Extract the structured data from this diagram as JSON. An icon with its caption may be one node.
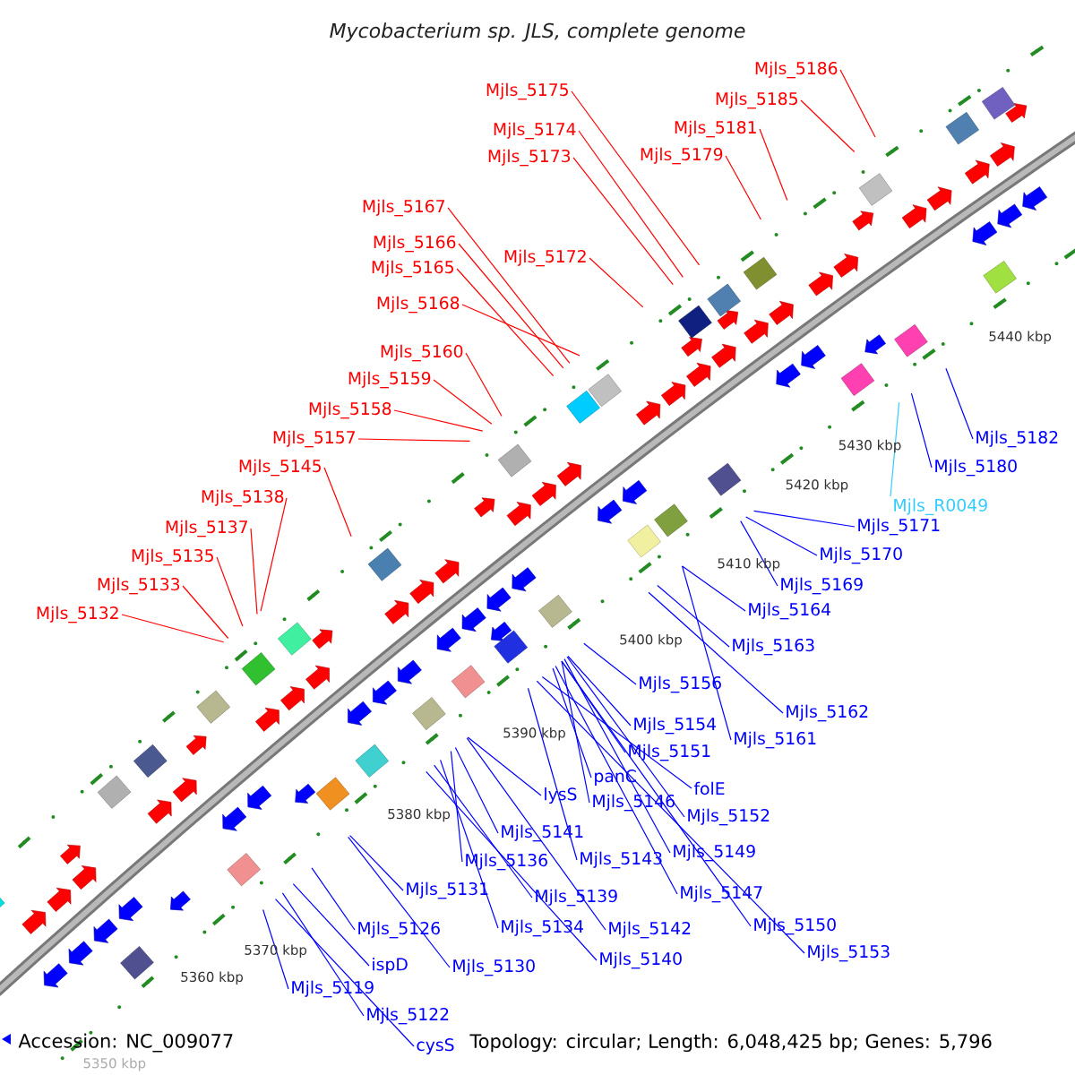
{
  "diagram": {
    "title": "Mycobacterium sp. JLS, complete genome",
    "nodes": [
      {
        "text": [
          "Mjls_5186"
        ]
      },
      {
        "text": [
          "Mjls_5185"
        ]
      },
      {
        "text": [
          "Mjls_5175"
        ]
      },
      {
        "text": [
          "Mjls_5181"
        ]
      },
      {
        "text": [
          "Mjls_5174"
        ]
      },
      {
        "text": [
          "Mjls_5179"
        ]
      },
      {
        "text": [
          "Mjls_5173"
        ]
      },
      {
        "text": [
          "Mjls_5167"
        ]
      },
      {
        "text": [
          "Mjls_5166"
        ]
      },
      {
        "text": [
          "Mjls_5172"
        ]
      },
      {
        "text": [
          "Mjls_5165"
        ]
      },
      {
        "text": [
          "Mjls_5168"
        ]
      },
      {
        "text": [
          "Mjls_5160"
        ]
      },
      {
        "text": [
          "Mjls_5159"
        ]
      },
      {
        "text": [
          "Mjls_5158"
        ]
      },
      {
        "text": [
          "Mjls_5157"
        ]
      },
      {
        "text": [
          "Mjls_5145"
        ]
      },
      {
        "text": [
          "Mjls_5138"
        ]
      },
      {
        "text": [
          "Mjls_5137"
        ]
      },
      {
        "text": [
          "Mjls_5135"
        ]
      },
      {
        "text": [
          "Mjls_5133"
        ]
      },
      {
        "text": [
          "Mjls_5132"
        ]
      },
      {
        "text": [
          "Mjls_5182"
        ]
      },
      {
        "text": [
          "Mjls_5180"
        ]
      },
      {
        "text": [
          "Mjls_R0049"
        ]
      },
      {
        "text": [
          "Mjls_5171"
        ]
      },
      {
        "text": [
          "Mjls_5170"
        ]
      },
      {
        "text": [
          "Mjls_5169"
        ]
      },
      {
        "text": [
          "Mjls_5164"
        ]
      },
      {
        "text": [
          "Mjls_5163"
        ]
      },
      {
        "text": [
          "Mjls_5156"
        ]
      },
      {
        "text": [
          "Mjls_5161"
        ]
      },
      {
        "text": [
          "Mjls_5162"
        ]
      },
      {
        "text": [
          "Mjls_5154"
        ]
      },
      {
        "text": [
          "Mjls_5151"
        ]
      },
      {
        "text": [
          "panC"
        ]
      },
      {
        "text": [
          "folE"
        ]
      },
      {
        "text": [
          "lysS"
        ]
      },
      {
        "text": [
          "Mjls_5146"
        ]
      },
      {
        "text": [
          "Mjls_5152"
        ]
      },
      {
        "text": [
          "Mjls_5141"
        ]
      },
      {
        "text": [
          "Mjls_5143"
        ]
      },
      {
        "text": [
          "Mjls_5149"
        ]
      },
      {
        "text": [
          "Mjls_5136"
        ]
      },
      {
        "text": [
          "Mjls_5147"
        ]
      },
      {
        "text": [
          "Mjls_5139"
        ]
      },
      {
        "text": [
          "Mjls_5131"
        ]
      },
      {
        "text": [
          "Mjls_5142"
        ]
      },
      {
        "text": [
          "Mjls_5150"
        ]
      },
      {
        "text": [
          "Mjls_5134"
        ]
      },
      {
        "text": [
          "Mjls_5153"
        ]
      },
      {
        "text": [
          "Mjls_5126"
        ]
      },
      {
        "text": [
          "Mjls_5140"
        ]
      },
      {
        "text": [
          "Mjls_5130"
        ]
      },
      {
        "text": [
          "ispD"
        ]
      },
      {
        "text": [
          "Mjls_5119"
        ]
      },
      {
        "text": [
          "Mjls_5122"
        ]
      },
      {
        "text": [
          "cysS"
        ]
      }
    ],
    "edges": [
      {
        "from": 0,
        "to": null,
        "arrow": "none",
        "color": "#ff0000"
      },
      {
        "from": 1,
        "to": null,
        "arrow": "none",
        "color": "#ff0000"
      },
      {
        "from": 2,
        "to": null,
        "arrow": "none",
        "color": "#ff0000"
      },
      {
        "from": 3,
        "to": null,
        "arrow": "none",
        "color": "#ff0000"
      },
      {
        "from": 4,
        "to": null,
        "arrow": "none",
        "color": "#ff0000"
      },
      {
        "from": 5,
        "to": null,
        "arrow": "none",
        "color": "#ff0000"
      },
      {
        "from": 6,
        "to": null,
        "arrow": "none",
        "color": "#ff0000"
      },
      {
        "from": 7,
        "to": null,
        "arrow": "none",
        "color": "#ff0000"
      },
      {
        "from": 8,
        "to": null,
        "arrow": "none",
        "color": "#ff0000"
      },
      {
        "from": 9,
        "to": null,
        "arrow": "none",
        "color": "#ff0000"
      },
      {
        "from": 10,
        "to": null,
        "arrow": "none",
        "color": "#ff0000"
      },
      {
        "from": 11,
        "to": null,
        "arrow": "none",
        "color": "#ff0000"
      },
      {
        "from": 12,
        "to": null,
        "arrow": "none",
        "color": "#ff0000"
      },
      {
        "from": 13,
        "to": null,
        "arrow": "none",
        "color": "#ff0000"
      },
      {
        "from": 14,
        "to": null,
        "arrow": "none",
        "color": "#ff0000"
      },
      {
        "from": 15,
        "to": null,
        "arrow": "none",
        "color": "#ff0000"
      },
      {
        "from": 16,
        "to": null,
        "arrow": "none",
        "color": "#ff0000"
      },
      {
        "from": 17,
        "to": null,
        "arrow": "none",
        "color": "#ff0000"
      },
      {
        "from": 18,
        "to": null,
        "arrow": "none",
        "color": "#ff0000"
      },
      {
        "from": 19,
        "to": null,
        "arrow": "none",
        "color": "#ff0000"
      },
      {
        "from": 20,
        "to": null,
        "arrow": "none",
        "color": "#ff0000"
      },
      {
        "from": 21,
        "to": null,
        "arrow": "none",
        "color": "#ff0000"
      },
      {
        "from": 22,
        "to": null,
        "arrow": "none"
      },
      {
        "from": 23,
        "to": null,
        "arrow": "none"
      },
      {
        "from": 24,
        "to": null,
        "arrow": "none",
        "color": "#33ccff"
      },
      {
        "from": 25,
        "to": null,
        "arrow": "none"
      },
      {
        "from": 26,
        "to": null,
        "arrow": "none"
      },
      {
        "from": 27,
        "to": null,
        "arrow": "none"
      },
      {
        "from": 28,
        "to": null,
        "arrow": "none"
      },
      {
        "from": 29,
        "to": null,
        "arrow": "none"
      },
      {
        "from": 30,
        "to": null,
        "arrow": "none"
      },
      {
        "from": 31,
        "to": null,
        "arrow": "none"
      },
      {
        "from": 32,
        "to": null,
        "arrow": "none"
      },
      {
        "from": 33,
        "to": null,
        "arrow": "none"
      },
      {
        "from": 34,
        "to": null,
        "arrow": "none"
      },
      {
        "from": 35,
        "to": null,
        "arrow": "none"
      },
      {
        "from": 36,
        "to": null,
        "arrow": "none"
      },
      {
        "from": 37,
        "to": null,
        "arrow": "none"
      },
      {
        "from": 38,
        "to": null,
        "arrow": "none"
      },
      {
        "from": 39,
        "to": null,
        "arrow": "none"
      },
      {
        "from": 40,
        "to": null,
        "arrow": "none"
      },
      {
        "from": 41,
        "to": null,
        "arrow": "none"
      },
      {
        "from": 42,
        "to": null,
        "arrow": "none"
      },
      {
        "from": 43,
        "to": null,
        "arrow": "none"
      },
      {
        "from": 44,
        "to": null,
        "arrow": "none"
      },
      {
        "from": 45,
        "to": null,
        "arrow": "none"
      },
      {
        "from": 46,
        "to": null,
        "arrow": "none"
      },
      {
        "from": 47,
        "to": null,
        "arrow": "none"
      },
      {
        "from": 48,
        "to": null,
        "arrow": "none"
      },
      {
        "from": 49,
        "to": null,
        "arrow": "none"
      },
      {
        "from": 50,
        "to": null,
        "arrow": "none"
      },
      {
        "from": 51,
        "to": null,
        "arrow": "none"
      },
      {
        "from": 52,
        "to": null,
        "arrow": "none"
      },
      {
        "from": 53,
        "to": null,
        "arrow": "none"
      },
      {
        "from": 54,
        "to": null,
        "arrow": "none"
      },
      {
        "from": 55,
        "to": null,
        "arrow": "none"
      },
      {
        "from": 56,
        "to": null,
        "arrow": "none"
      },
      {
        "from": 57,
        "to": null,
        "arrow": "none"
      }
    ],
    "labels": [
      "5440 kbp",
      "5430 kbp",
      "5420 kbp",
      "5410 kbp",
      "5400 kbp",
      "5390 kbp",
      "5380 kbp",
      "5370 kbp",
      "5360 kbp",
      "5350 kbp",
      "Accession: NC_009077",
      "Topology: circular; Length: 6,048,425 bp; Genes: 5,796"
    ]
  }
}
